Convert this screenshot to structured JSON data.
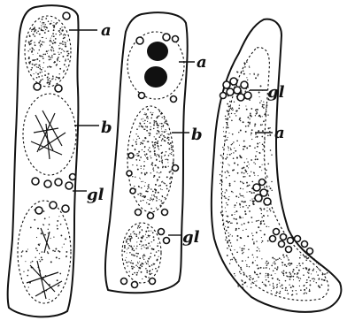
{
  "labels": {
    "cell1_a": "a",
    "cell1_b": "b",
    "cell1_gl": "gl",
    "cell2_a": "a",
    "cell2_b": "b",
    "cell2_gl": "gl",
    "cell3_gl": "gl",
    "cell3_a": "a"
  }
}
